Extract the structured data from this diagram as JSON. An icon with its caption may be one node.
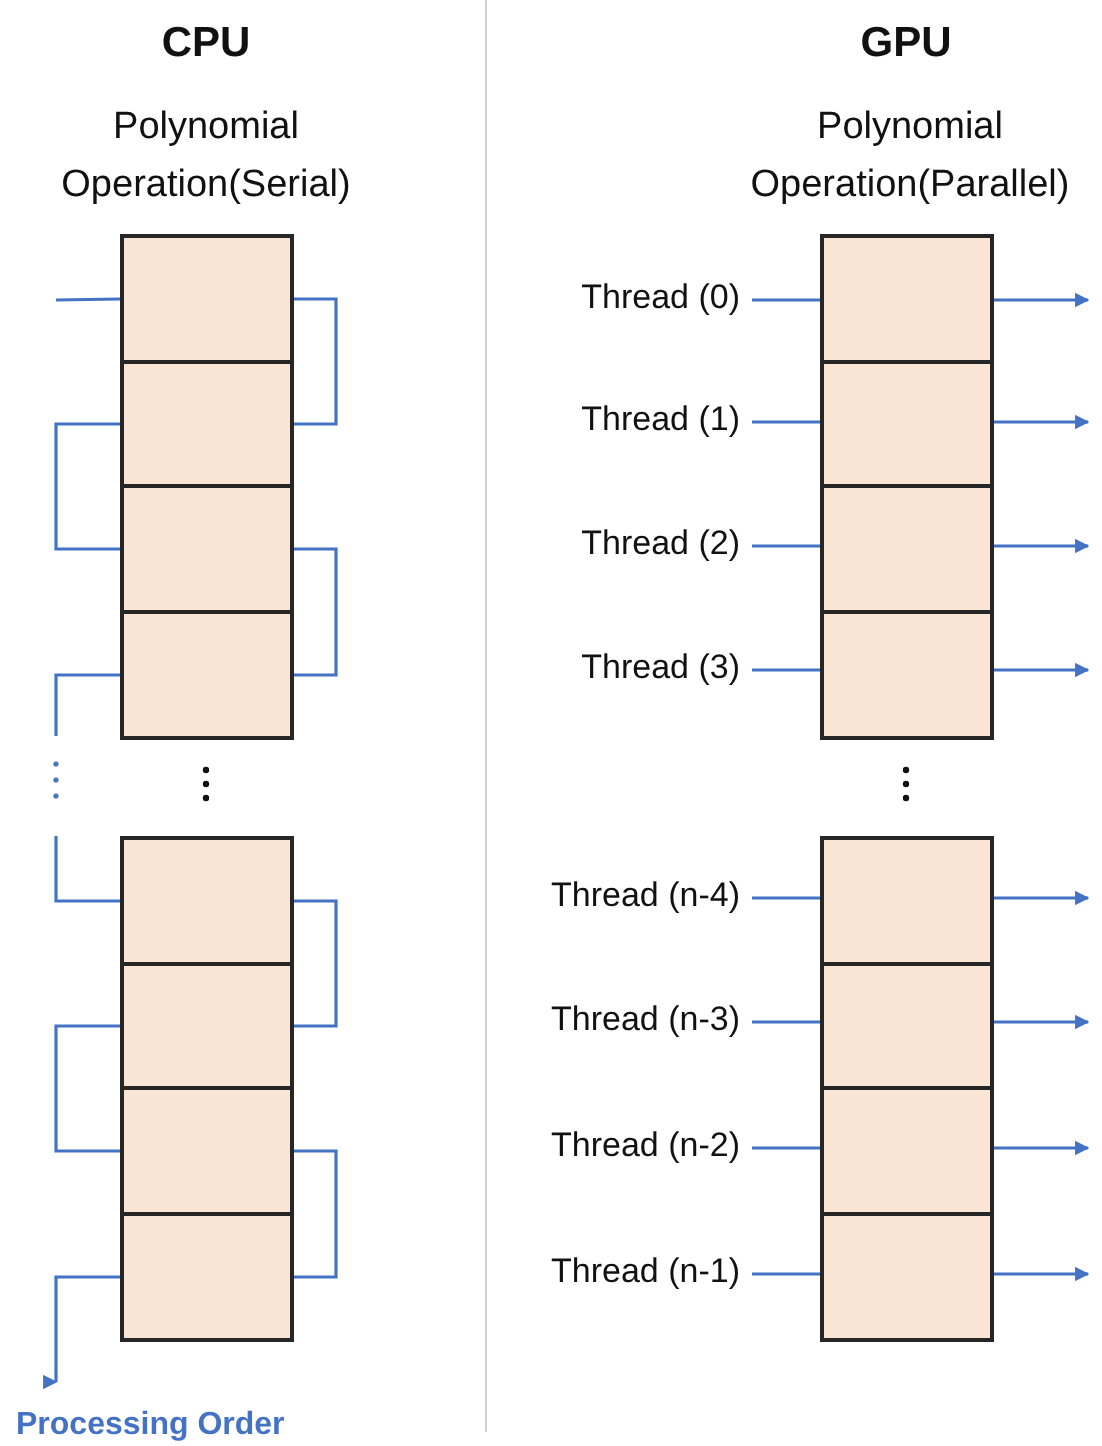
{
  "diagram": {
    "nodes": [
      {
        "text": [],
        "shape": "box"
      },
      {
        "text": [],
        "shape": "box"
      },
      {
        "text": [],
        "shape": "box"
      },
      {
        "text": [],
        "shape": "box"
      },
      {
        "text": [],
        "shape": "box"
      },
      {
        "text": [],
        "shape": "box"
      },
      {
        "text": [],
        "shape": "box"
      },
      {
        "text": [],
        "shape": "box"
      },
      {
        "text": [],
        "shape": "box"
      },
      {
        "text": [],
        "shape": "box"
      },
      {
        "text": [],
        "shape": "box"
      },
      {
        "text": [],
        "shape": "box"
      },
      {
        "text": [],
        "shape": "box"
      },
      {
        "text": [],
        "shape": "box"
      },
      {
        "text": [],
        "shape": "box"
      },
      {
        "text": [],
        "shape": "box"
      },
      {
        "text": [
          "Thread (0)"
        ]
      },
      {
        "text": [
          "Thread (1)"
        ]
      },
      {
        "text": [
          "Thread (2)"
        ]
      },
      {
        "text": [
          "Thread (3)"
        ]
      },
      {
        "text": [
          "Thread (n-4)"
        ]
      },
      {
        "text": [
          "Thread (n-3)"
        ]
      },
      {
        "text": [
          "Thread (n-2)"
        ]
      },
      {
        "text": [
          "Thread (n-1)"
        ]
      },
      {
        "text": [
          "Processing Order"
        ]
      }
    ],
    "edges": [
      {
        "from": null,
        "to": 0,
        "arrow": "none"
      },
      {
        "from": 0,
        "to": 1,
        "arrow": "none"
      },
      {
        "from": 1,
        "to": 2,
        "arrow": "none"
      },
      {
        "from": 2,
        "to": 3,
        "arrow": "none"
      },
      {
        "from": 3,
        "to": null,
        "arrow": "none"
      },
      {
        "from": null,
        "to": 4,
        "arrow": "none"
      },
      {
        "from": 4,
        "to": 5,
        "arrow": "none"
      },
      {
        "from": 5,
        "to": 6,
        "arrow": "none"
      },
      {
        "from": 6,
        "to": 7,
        "arrow": "none"
      },
      {
        "from": 7,
        "to": 24,
        "arrow": "to"
      },
      {
        "from": 16,
        "to": 8,
        "arrow": "none"
      },
      {
        "from": 17,
        "to": 9,
        "arrow": "none"
      },
      {
        "from": 18,
        "to": 10,
        "arrow": "none"
      },
      {
        "from": 19,
        "to": 11,
        "arrow": "none"
      },
      {
        "from": 20,
        "to": 12,
        "arrow": "none"
      },
      {
        "from": 21,
        "to": 13,
        "arrow": "none"
      },
      {
        "from": 22,
        "to": 14,
        "arrow": "none"
      },
      {
        "from": 23,
        "to": 15,
        "arrow": "none"
      },
      {
        "from": 8,
        "to": null,
        "arrow": "to"
      },
      {
        "from": 9,
        "to": null,
        "arrow": "to"
      },
      {
        "from": 10,
        "to": null,
        "arrow": "to"
      },
      {
        "from": 11,
        "to": null,
        "arrow": "to"
      },
      {
        "from": 12,
        "to": null,
        "arrow": "to"
      },
      {
        "from": 13,
        "to": null,
        "arrow": "to"
      },
      {
        "from": 14,
        "to": null,
        "arrow": "to"
      },
      {
        "from": 15,
        "to": null,
        "arrow": "to"
      }
    ],
    "labels": [
      "CPU",
      "GPU",
      "Polynomial Operation(Serial)",
      "Polynomial Operation(Parallel)"
    ]
  }
}
